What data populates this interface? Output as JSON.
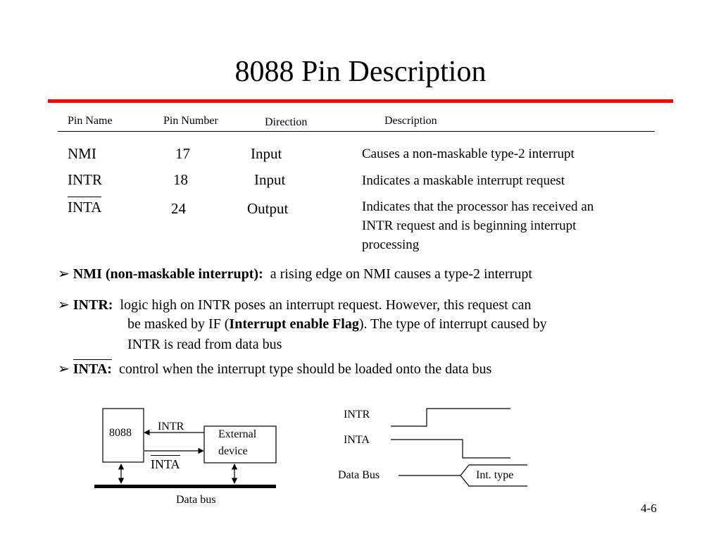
{
  "title": "8088 Pin Description",
  "table": {
    "headers": [
      "Pin Name",
      "Pin Number",
      "Direction",
      "Description"
    ],
    "rows": [
      {
        "name": "NMI",
        "number": "17",
        "direction": "Input",
        "description": [
          "Causes a non-maskable type-2 interrupt"
        ]
      },
      {
        "name": "INTR",
        "number": "18",
        "direction": "Input",
        "description": [
          "Indicates a maskable interrupt request"
        ]
      },
      {
        "name": "INTA",
        "number": "24",
        "direction": "Output",
        "description": [
          "Indicates that the processor has received an",
          "INTR request and is beginning interrupt",
          "processing"
        ]
      }
    ]
  },
  "bullets": {
    "nmi": {
      "term": "NMI (non-maskable interrupt):",
      "text": "a rising edge on NMI causes a type-2 interrupt"
    },
    "intr": {
      "term": "INTR:",
      "line1": "logic high on INTR poses an interrupt request. However, this request can",
      "line2_pre": "be masked by IF (",
      "line2_bold": "Interrupt enable Flag",
      "line2_post": "). The type of interrupt caused by",
      "line3": "INTR is read from data bus"
    },
    "inta": {
      "term": "INTA:",
      "text": "control when the interrupt type should be loaded onto the data bus"
    }
  },
  "block_diagram": {
    "cpu": "8088",
    "device_line1": "External",
    "device_line2": "device",
    "intr": "INTR",
    "inta": "INTA",
    "bus": "Data bus"
  },
  "timing_diagram": {
    "intr": "INTR",
    "inta": "INTA",
    "data_bus": "Data Bus",
    "int_type": "Int. type"
  },
  "slide_number": "4-6"
}
